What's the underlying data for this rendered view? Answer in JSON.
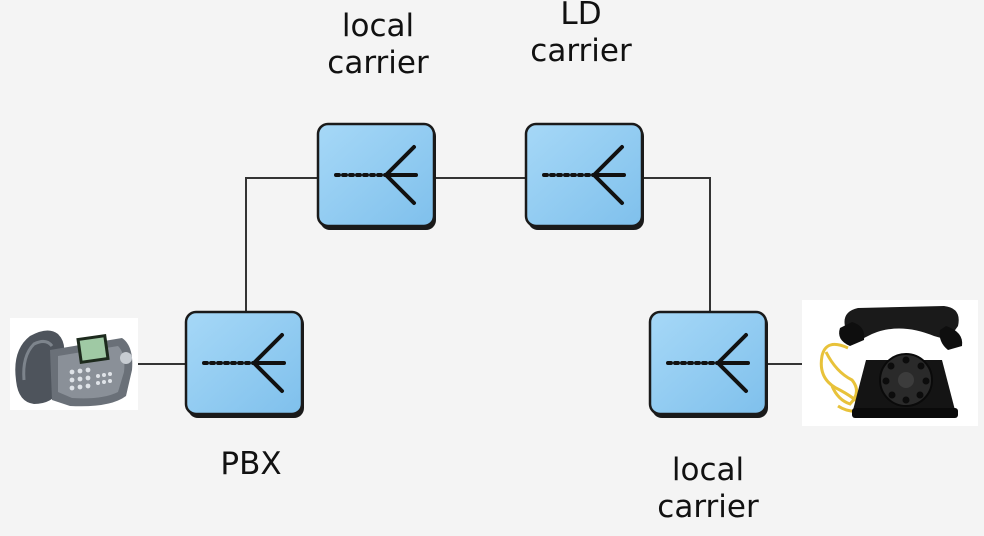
{
  "labels": {
    "pbx": "PBX",
    "local_carrier_top": [
      "local",
      "carrier"
    ],
    "ld_carrier": [
      "LD",
      "carrier"
    ],
    "local_carrier_bottom": [
      "local",
      "carrier"
    ]
  },
  "nodes": [
    {
      "id": "pbx",
      "type": "switch"
    },
    {
      "id": "local-carrier-top",
      "type": "switch"
    },
    {
      "id": "ld-carrier",
      "type": "switch"
    },
    {
      "id": "local-carrier-bottom",
      "type": "switch"
    }
  ],
  "endpoints": [
    {
      "id": "office-desk-phone",
      "icon": "desk-phone-icon"
    },
    {
      "id": "rotary-phone",
      "icon": "rotary-phone-icon"
    }
  ],
  "connections": [
    [
      "office-desk-phone",
      "pbx"
    ],
    [
      "pbx",
      "local-carrier-top"
    ],
    [
      "local-carrier-top",
      "ld-carrier"
    ],
    [
      "ld-carrier",
      "local-carrier-bottom"
    ],
    [
      "local-carrier-bottom",
      "rotary-phone"
    ]
  ],
  "colors": {
    "switch_fill": "#8ecbf2",
    "switch_border": "#1a1a1a",
    "line": "#333333",
    "background": "#f4f4f4",
    "phone_body": "#5a6068",
    "phone_cord": "#e8c23a"
  }
}
